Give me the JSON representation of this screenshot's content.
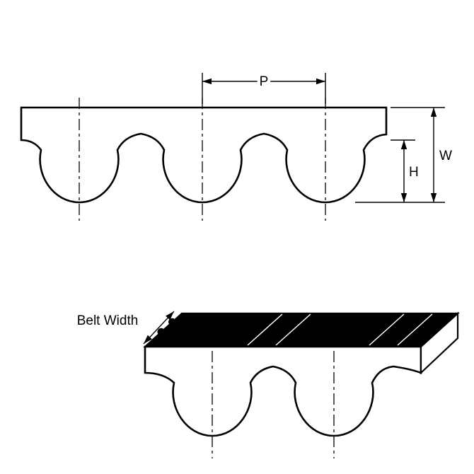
{
  "diagram": {
    "labels": {
      "pitch": "P",
      "belt_thickness": "W",
      "tooth_height": "H",
      "belt_width": "Belt Width"
    },
    "colors": {
      "line": "#000000",
      "top_surface_fill": "#000000",
      "belt_fill": "#ffffff",
      "background": "#ffffff"
    }
  }
}
